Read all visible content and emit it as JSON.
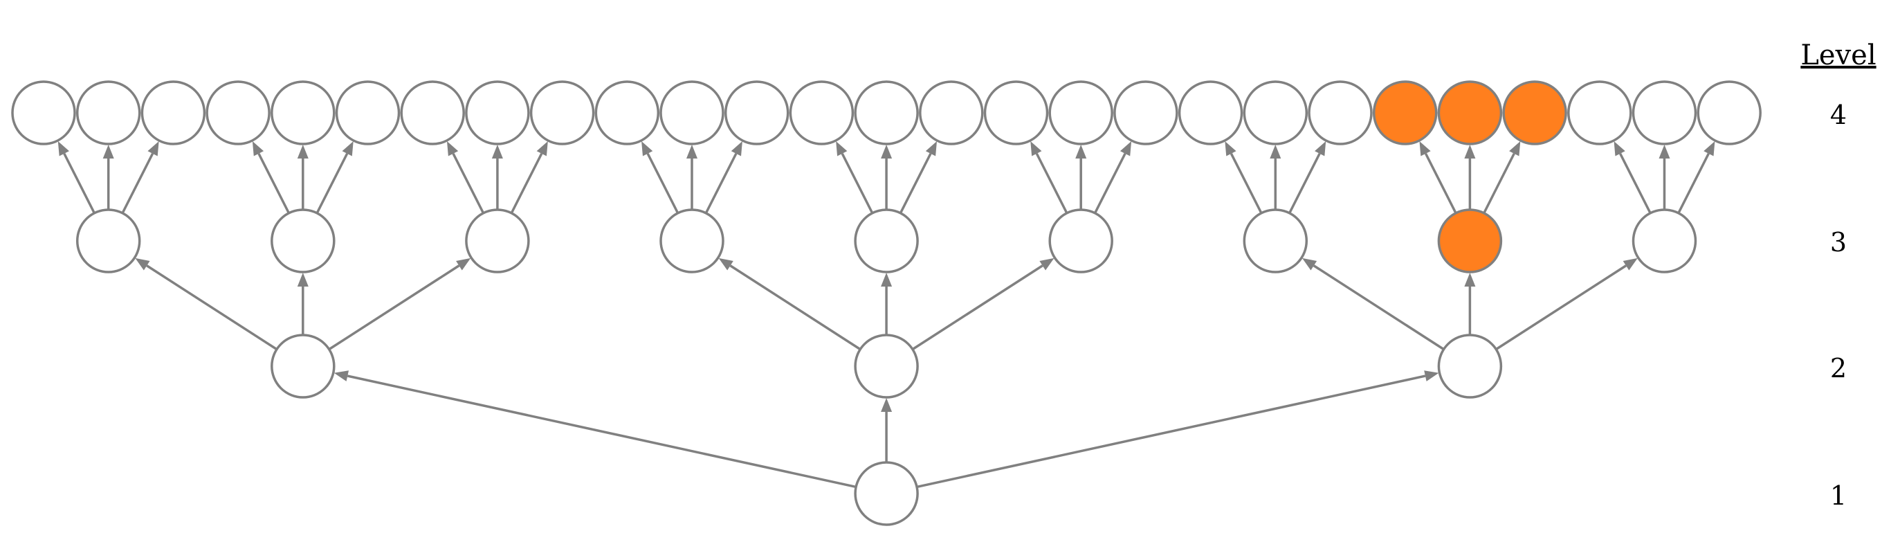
{
  "legend": {
    "header": "Level",
    "levels": [
      "4",
      "3",
      "2",
      "1"
    ]
  },
  "tree": {
    "branching": 3,
    "depth": 4,
    "highlighted": {
      "level3_nodes": [
        7
      ],
      "level4_nodes": [
        21,
        22,
        23
      ]
    }
  },
  "colors": {
    "stroke": "#808080",
    "highlight": "#FF7F1E",
    "fill": "#FFFFFF"
  }
}
